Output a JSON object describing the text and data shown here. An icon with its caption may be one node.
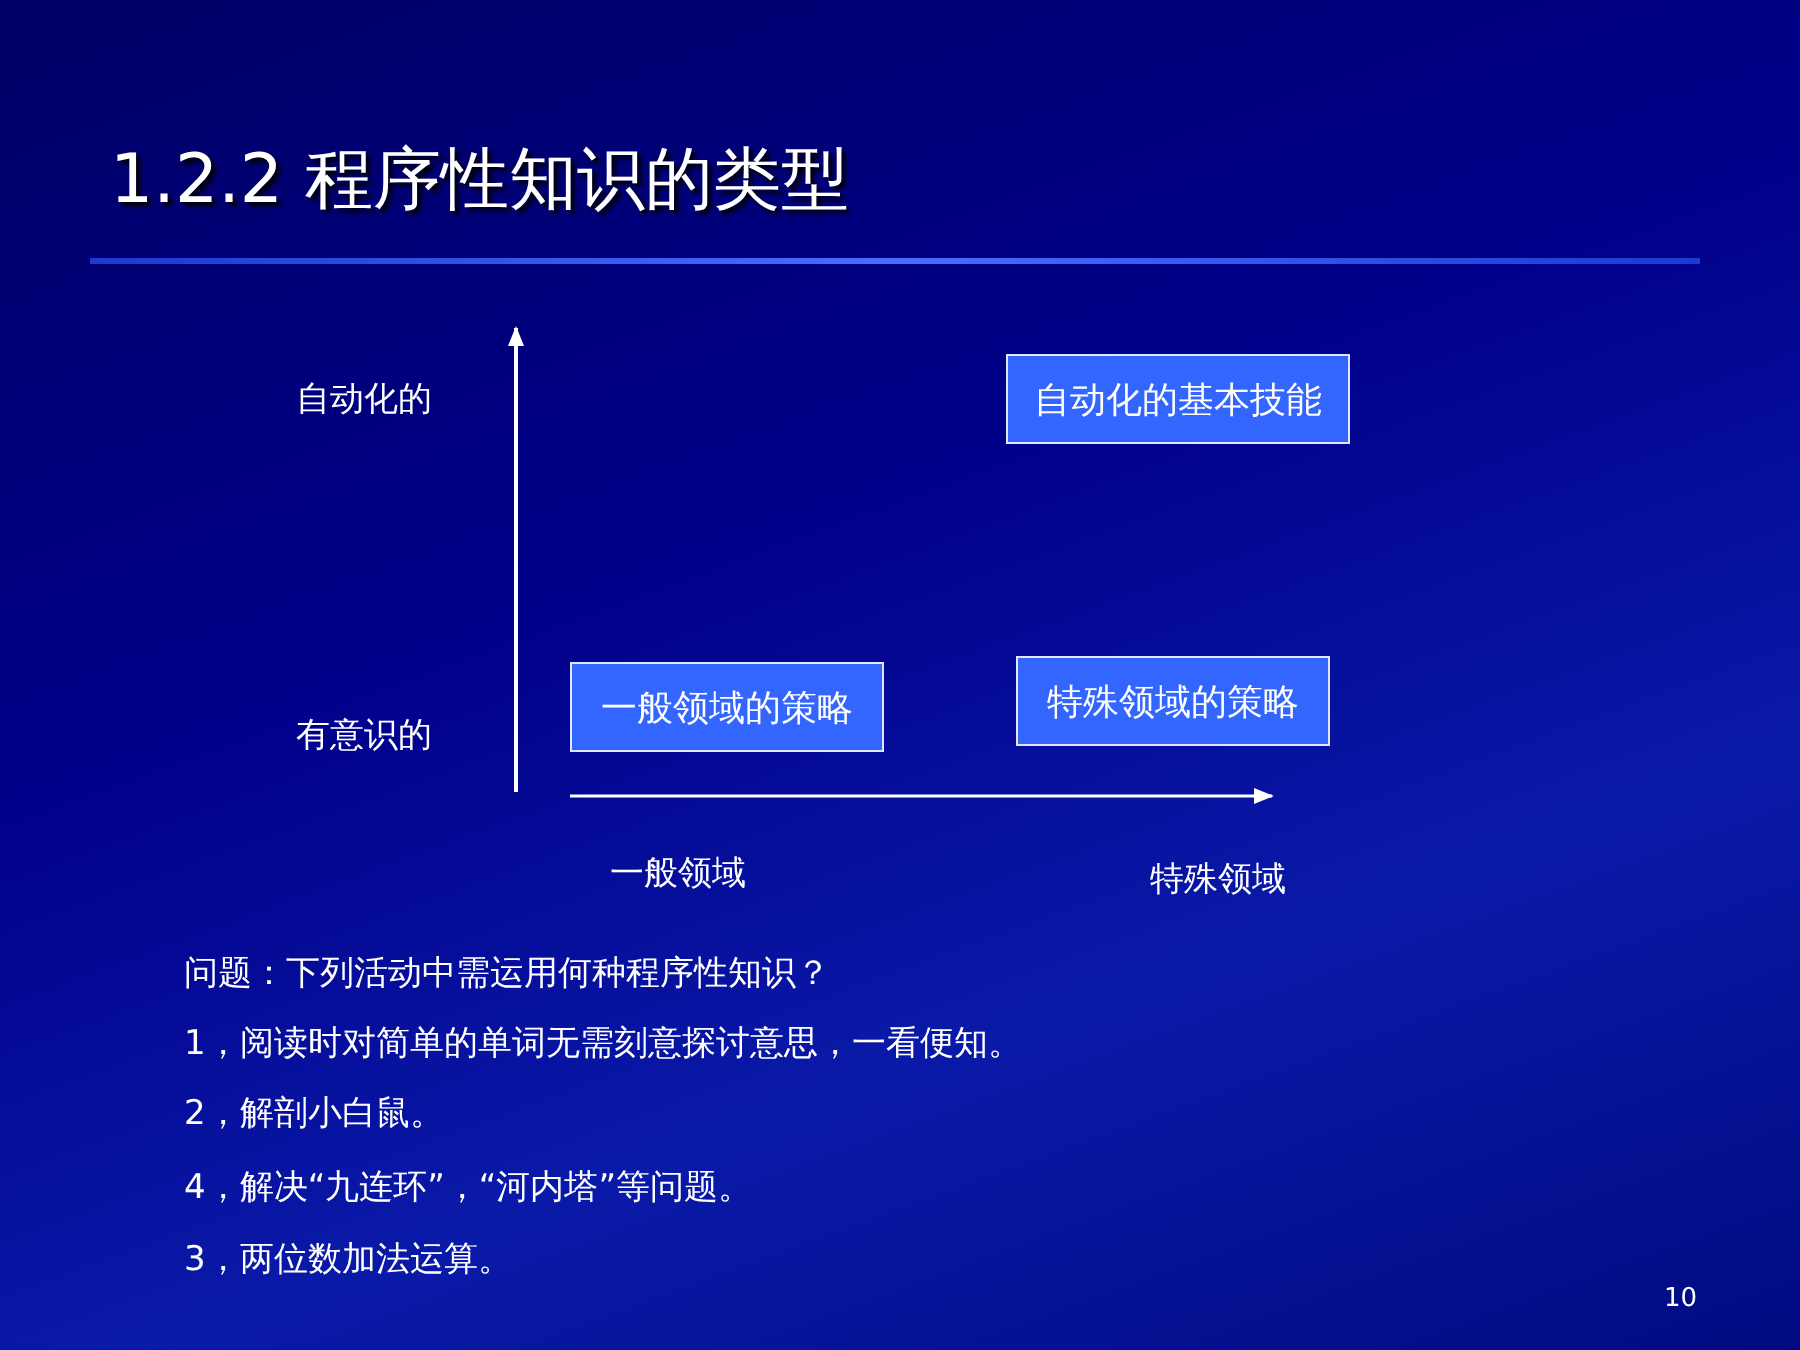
{
  "diagram": {
    "title": "1.2.2 程序性知识的类型",
    "nodes": [
      {
        "text": [
          "自动化的基本技能"
        ]
      },
      {
        "text": [
          "一般领域的策略"
        ]
      },
      {
        "text": [
          "特殊领域的策略"
        ]
      }
    ],
    "edges": [],
    "labels": [
      "自动化的",
      "有意识的",
      "一般领域",
      "特殊领域",
      "问题：下列活动中需运用何种程序性知识？",
      "1，阅读时对简单的单词无需刻意探讨意思，一看便知。",
      "2，解剖小白鼠。",
      "4，解决“九连环”，“河内塔”等问题。",
      "3，两位数加法运算。",
      "10"
    ]
  }
}
